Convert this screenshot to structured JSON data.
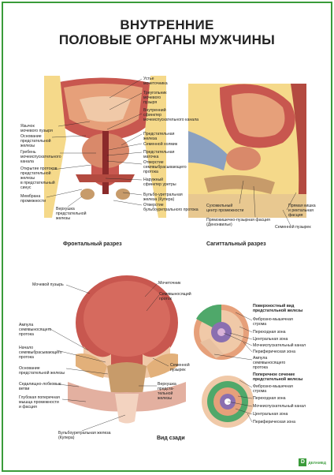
{
  "title_line1": "ВНУТРЕННИЕ",
  "title_line2": "ПОЛОВЫЕ ОРГАНЫ МУЖЧИНЫ",
  "frontal": {
    "caption": "Фронтальный разрез",
    "labels_left": [
      "Язычок\nмочевого пузыря",
      "Основание\nпредстательной\nжелезы",
      "Гребень\nмочеиспускательного\nканала",
      "Открытие протоков\nпредстательной\nжелезы\nв предстательный\nсинус",
      "Мембрана\nпромежности"
    ],
    "label_bottom": "Верхушка\nпредстательной\nжелезы",
    "labels_center": [
      "Устье\nмочеточника",
      "Треугольник\nмочевого\nпузыря",
      "Внутренний\nсфинктер\nмочеиспускательного канала",
      "Предстательная\nжелеза",
      "Семенной холмик",
      "Предстательная\nматочка",
      "Отверстие\nсемявыбрасывающего\nпротока",
      "Наружный\nсфинктер уретры",
      "Бульбо-уретральная\nжелеза (Купера)",
      "Отверстие\nбульбоуретрального протока"
    ]
  },
  "sagittal": {
    "caption": "Сагиттальный разрез",
    "labels": [
      "Сухожильный\nцентр промежности",
      "Прямокишечно-пузырная фасция\n(Денонвилье)",
      "Прямая кишка\nи ректальная\nфасция",
      "Семенной пузырек"
    ]
  },
  "posterior": {
    "caption": "Вид сзади",
    "labels_left": [
      "Мочевой пузырь",
      "Ампула\nсемявыносящего\nпротока",
      "Начало\nсемявыбрасывающего\nпротока",
      "Основание\nпредстательной железы",
      "Седалищно-лобковые\nветви",
      "Глубокая поперечная\nмышца промежности\nи фасция"
    ],
    "labels_right": [
      "Мочеточник",
      "Семявыносящий\nпроток",
      "Семенной\nпузырек",
      "Верхушка\nпредста-\nтельной\nжелезы"
    ],
    "label_bottom": "Бульбоуретральная железа\n(Купера)"
  },
  "prostate_surface": {
    "heading": "Поверхностный вид\nпредстательной железы",
    "labels": [
      "Фиброзно-мышечная\nстрома",
      "Переходная зона",
      "Центральная зона",
      "Мочеиспускательный канал",
      "Периферическая зона",
      "Ампула\nсемявыносящего\nпротока"
    ]
  },
  "prostate_cross": {
    "heading": "Поперечное сечение\nпредстательной железы",
    "labels": [
      "Фиброзно-мышечная\nстрома",
      "Переходная зона",
      "Мочеиспускательный канал",
      "Центральная зона",
      "Периферическая зона"
    ]
  },
  "colors": {
    "border": "#3a9b3a",
    "muscle": "#c8574f",
    "tissue": "#f0c9a8",
    "fat": "#f5d98a",
    "green_zone": "#4fa86a",
    "purple_zone": "#8a6fb0"
  },
  "logo": {
    "mark": "D",
    "text": "ДЕЛАМЕД"
  }
}
